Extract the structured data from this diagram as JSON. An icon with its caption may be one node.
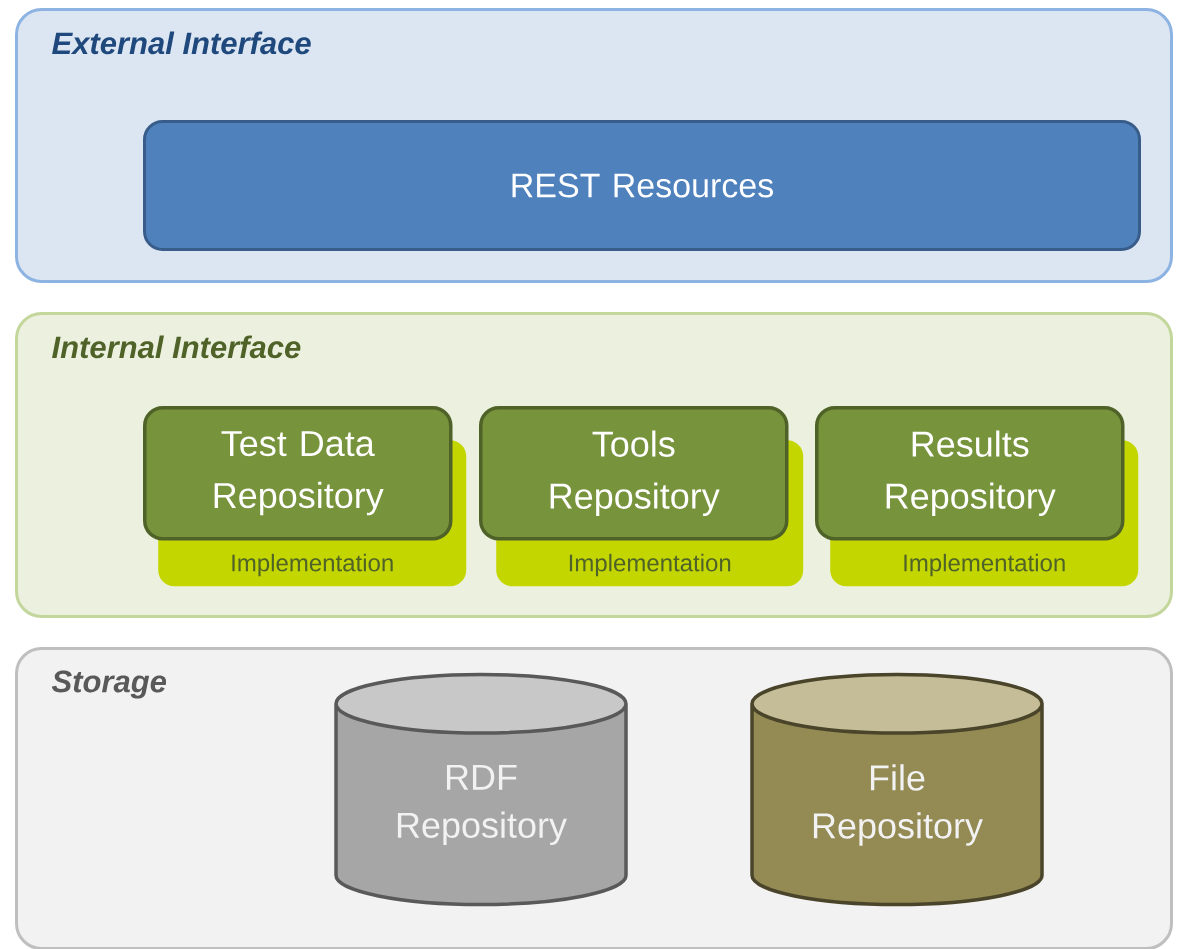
{
  "diagram": {
    "nodes": [
      {
        "text": [
          "External Interface"
        ]
      },
      {
        "text": [
          "REST Resources"
        ],
        "in": 0
      },
      {
        "text": [
          "Internal Interface"
        ]
      },
      {
        "text": [
          "Test Data Repository"
        ],
        "in": 2
      },
      {
        "text": [
          "Implementation"
        ],
        "in": 2
      },
      {
        "text": [
          "Tools Repository"
        ],
        "in": 2
      },
      {
        "text": [
          "Implementation"
        ],
        "in": 2
      },
      {
        "text": [
          "Results Repository"
        ],
        "in": 2
      },
      {
        "text": [
          "Implementation"
        ],
        "in": 2
      },
      {
        "text": [
          "Storage"
        ]
      },
      {
        "text": [
          "RDF Repository"
        ],
        "in": 9
      },
      {
        "text": [
          "File Repository"
        ],
        "in": 9
      }
    ]
  }
}
